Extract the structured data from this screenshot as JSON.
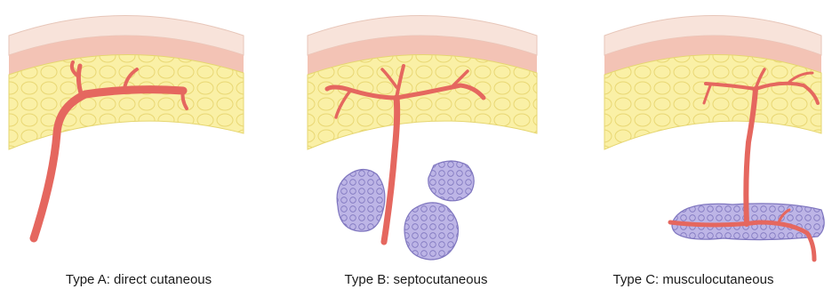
{
  "panels": [
    {
      "caption": "Type A: direct cutaneous"
    },
    {
      "caption": "Type B: septocutaneous"
    },
    {
      "caption": "Type C: musculocutaneous"
    }
  ],
  "colors": {
    "epidermis": "#f8e3da",
    "dermis": "#f3c3b5",
    "fat": "#faf0a6",
    "fat_cell_outline": "#e9d874",
    "vessel": "#e5675f",
    "vessel_edge": "#c9473f",
    "muscle": "#bdb5e6",
    "muscle_outline": "#7f76bf"
  }
}
